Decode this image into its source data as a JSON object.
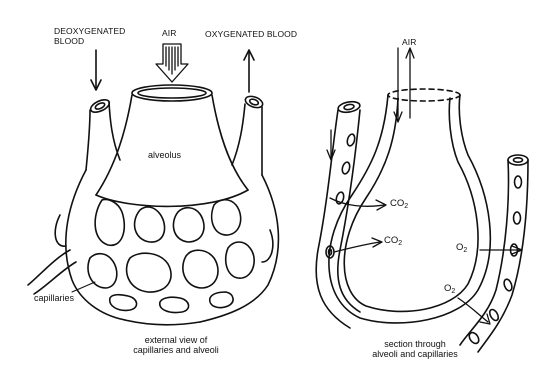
{
  "left_panel": {
    "label_deoxygenated_blood": "DEOXYGENATED\nBLOOD",
    "label_air": "AIR",
    "label_oxygenated_blood": "OXYGENATED BLOOD",
    "label_alveolus": "alveolus",
    "label_capillaries": "capillaries",
    "caption": "external view of\ncapillaries and alveoli"
  },
  "right_panel": {
    "label_air": "AIR",
    "co2_top": "CO",
    "co2_top_sub": "2",
    "co2_mid": "CO",
    "co2_mid_sub": "2",
    "o2_right": "O",
    "o2_right_sub": "2",
    "o2_bottom": "O",
    "o2_bottom_sub": "2",
    "caption": "section through\nalveoli and capillaries"
  },
  "colors": {
    "ink": "#111111",
    "background": "#ffffff"
  }
}
